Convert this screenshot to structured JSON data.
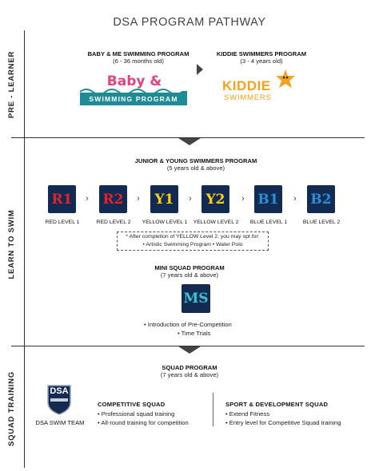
{
  "page": {
    "title": "DSA PROGRAM PATHWAY"
  },
  "stages": {
    "pre_learner": "PRE - LEARNER",
    "learn_to_swim": "LEARN TO SWIM",
    "squad_training": "SQUAD TRAINING"
  },
  "pre_learner": {
    "baby": {
      "title": "BABY & ME SWIMMING PROGRAM",
      "age": "(6 - 36 months old)",
      "logo_top": "Baby & me",
      "logo_bottom": "SWIMMING PROGRAM"
    },
    "kiddie": {
      "title": "KIDDIE SWIMMERS PROGRAM",
      "age": "(3 - 4 years old)",
      "logo_top": "KIDDIE",
      "logo_bottom": "SWIMMERS"
    }
  },
  "junior": {
    "title": "JUNIOR & YOUNG SWIMMERS PROGRAM",
    "age": "(5 years old & above)",
    "levels": [
      {
        "code": "R1",
        "label": "RED LEVEL 1",
        "color": "#e8202a"
      },
      {
        "code": "R2",
        "label": "RED LEVEL 2",
        "color": "#e8202a"
      },
      {
        "code": "Y1",
        "label": "YELLOW LEVEL 1",
        "color": "#f7d117"
      },
      {
        "code": "Y2",
        "label": "YELLOW LEVEL 2",
        "color": "#f7d117"
      },
      {
        "code": "B1",
        "label": "BLUE LEVEL 1",
        "color": "#2a8fd6"
      },
      {
        "code": "B2",
        "label": "BLUE LEVEL 2",
        "color": "#2a8fd6"
      }
    ],
    "note_line1": "* After completion of YELLOW Level 2, you may opt for:",
    "note_line2": "• Artistic Swimming Program   • Water Polo"
  },
  "mini_squad": {
    "title": "MINI SQUAD PROGRAM",
    "age": "(7 years old & above)",
    "logo": "MS",
    "bullets": [
      "• Introduction of Pre-Competition",
      "• Time Trials"
    ]
  },
  "squad": {
    "title": "SQUAD PROGRAM",
    "age": "(7 years old & above)",
    "badge_text": "DSA",
    "team_label": "DSA SWIM TEAM",
    "competitive": {
      "title": "COMPETITIVE SQUAD",
      "bullets": [
        "• Professional squad training",
        "• All-round training for competition"
      ]
    },
    "sport": {
      "title": "SPORT &  DEVELOPMENT SQUAD",
      "bullets": [
        "• Extend Fitness",
        "• Entry level for Competitive Squad training"
      ]
    }
  },
  "colors": {
    "navy": "#132b52",
    "teal": "#1e8c96",
    "pink": "#e6417e",
    "orange": "#f4a21c"
  }
}
